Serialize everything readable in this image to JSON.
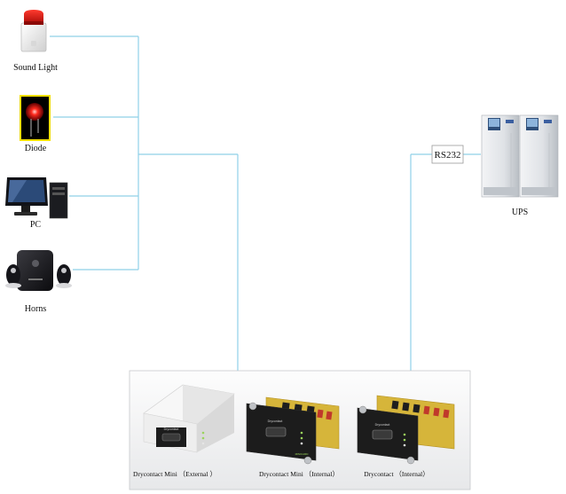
{
  "devices": {
    "sound_light": "Sound Light",
    "diode": "Diode",
    "pc": "PC",
    "horns": "Horns",
    "ups": "UPS"
  },
  "connector": {
    "rs232": "RS232"
  },
  "cards": {
    "external": "Drycontact Mini （External ）",
    "mini_internal": "Drycontact Mini （Internal）",
    "internal": "Drycontact （Internal）",
    "brand": "Drycontact",
    "series": "MINICARD"
  },
  "colors": {
    "wire": "#8fd0e8",
    "led_red": "#e8231e",
    "highlight": "#f4e000",
    "pcb": "#d6b53a",
    "panel": "#1c1c1c"
  }
}
